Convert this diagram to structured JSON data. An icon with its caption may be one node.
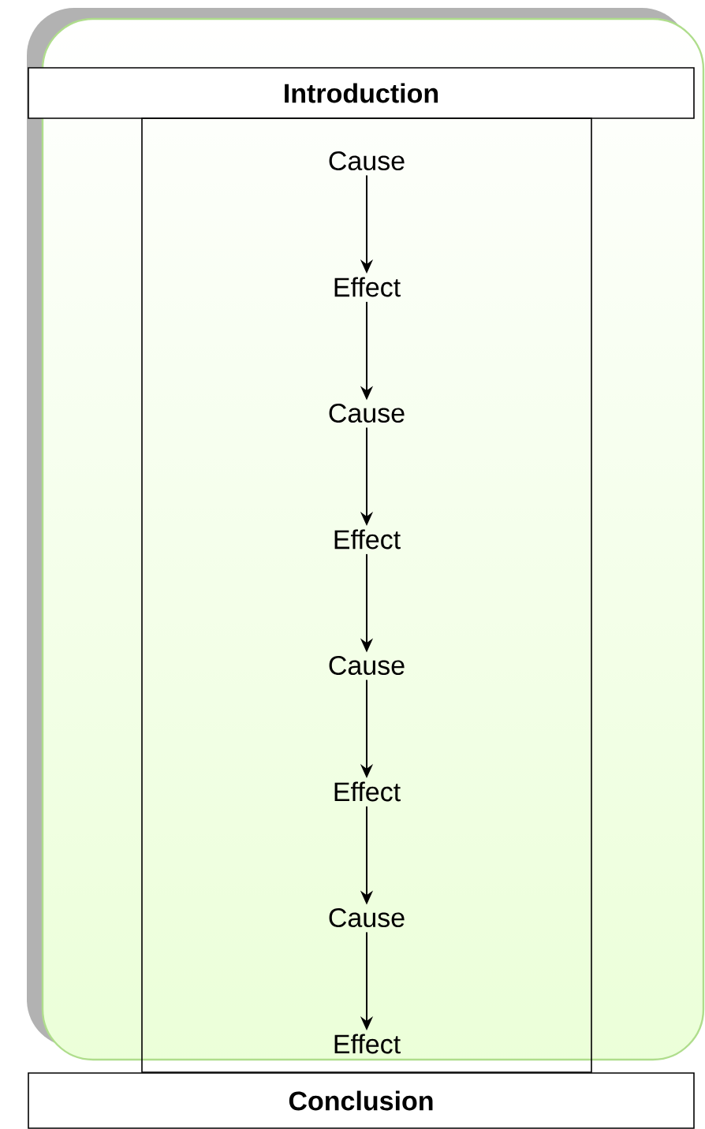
{
  "diagram": {
    "nodes": [
      {
        "text": [
          "Introduction"
        ]
      },
      {
        "text": [],
        "shape": "box"
      },
      {
        "text": [
          "Cause"
        ],
        "in": 1
      },
      {
        "text": [
          "Effect"
        ],
        "in": 1
      },
      {
        "text": [
          "Cause"
        ],
        "in": 1
      },
      {
        "text": [
          "Effect"
        ],
        "in": 1
      },
      {
        "text": [
          "Cause"
        ],
        "in": 1
      },
      {
        "text": [
          "Effect"
        ],
        "in": 1
      },
      {
        "text": [
          "Cause"
        ],
        "in": 1
      },
      {
        "text": [
          "Effect"
        ],
        "in": 1
      },
      {
        "text": [
          "Conclusion"
        ]
      }
    ],
    "edges": [
      {
        "from": 2,
        "to": 3,
        "arrow": "to"
      },
      {
        "from": 3,
        "to": 4,
        "arrow": "to"
      },
      {
        "from": 4,
        "to": 5,
        "arrow": "to"
      },
      {
        "from": 5,
        "to": 6,
        "arrow": "to"
      },
      {
        "from": 6,
        "to": 7,
        "arrow": "to"
      },
      {
        "from": 7,
        "to": 8,
        "arrow": "to"
      },
      {
        "from": 8,
        "to": 9,
        "arrow": "to"
      }
    ]
  }
}
